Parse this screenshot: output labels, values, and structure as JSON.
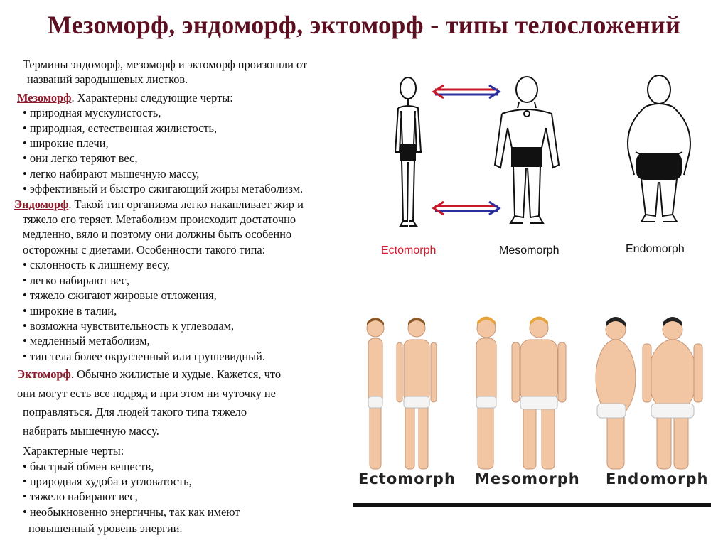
{
  "title": "Мезоморф, эндоморф, эктоморф - типы телосложений",
  "intro": [
    "Термины эндоморф, мезоморф и эктоморф произошли от",
    "названий зародышевых листков."
  ],
  "mesomorph": {
    "term": "Мезоморф",
    "lead": ". Характерны следующие черты:",
    "bullets": [
      "• природная мускулистость,",
      "• природная, естественная жилистость,",
      "• широкие плечи,",
      "• они легко теряют вес,",
      "• легко набирают мышечную массу,",
      "• эффективный и быстро сжигающий жиры метаболизм."
    ]
  },
  "endomorph": {
    "term": "Эндоморф",
    "lead": ". Такой тип организма легко накапливает жир и",
    "lines": [
      "тяжело его теряет.  Метаболизм происходит достаточно",
      "медленно, вяло и поэтому они должны быть особенно",
      "осторожны с диетами. Особенности такого типа:"
    ],
    "bullets": [
      "• склонность к лишнему весу,",
      "• легко набирают вес,",
      "• тяжело сжигают жировые отложения,",
      "• широкие в талии,",
      "• возможна чувствительность к углеводам,",
      "• медленный метаболизм,",
      "• тип тела более округленный или грушевидный."
    ]
  },
  "ectomorph": {
    "term": "Эктоморф",
    "lead": ". Обычно жилистые и худые. Кажется, что",
    "lines": [
      "они могут есть все подряд и при этом ни чуточку не",
      "поправляться. Для людей такого типа тяжело",
      "набирать мышечную массу."
    ],
    "features_heading": "Характерные черты:",
    "bullets": [
      "• быстрый обмен веществ,",
      "• природная худоба и угловатость,",
      "• тяжело набирают вес,",
      "• необыкновенно энергичны, так как имеют"
    ],
    "last_line": "повышенный уровень энергии."
  },
  "figure_top": {
    "labels": [
      "Ectomorph",
      "Mesomorph",
      "Endomorph"
    ],
    "colors": {
      "ectomorph_label": "#d8192b",
      "arrow_blue": "#2b2f9e",
      "arrow_red": "#c81a2a"
    }
  },
  "figure_bottom": {
    "labels": [
      "Ectomorph",
      "Mesomorph",
      "Endomorph"
    ]
  },
  "colors": {
    "title": "#5b0f20",
    "term": "#8e1a2a",
    "skin": "#f2c5a3",
    "underwear": "#f4f4f4"
  }
}
